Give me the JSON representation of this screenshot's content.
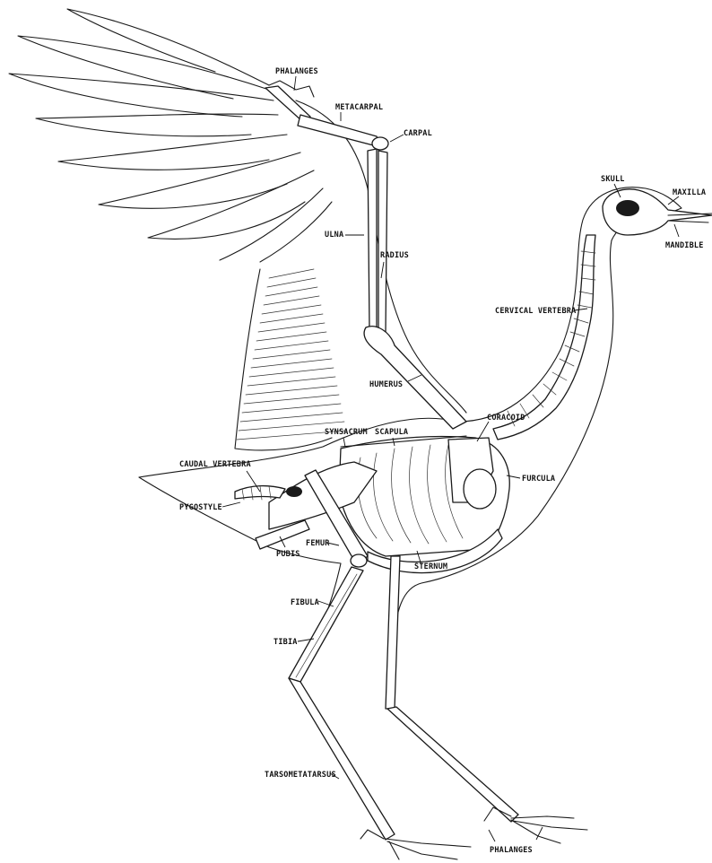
{
  "labels": {
    "phalanges_wing": "PHALANGES",
    "metacarpal": "METACARPAL",
    "carpal": "CARPAL",
    "skull": "SKULL",
    "maxilla": "MAXILLA",
    "mandible": "MANDIBLE",
    "ulna": "ULNA",
    "radius": "RADIUS",
    "cervical_vertebra": "CERVICAL VERTEBRA",
    "humerus": "HUMERUS",
    "coracoid": "CORACOID",
    "synsacrum": "SYNSACRUM",
    "scapula": "SCAPULA",
    "caudal_vertebra": "CAUDAL VERTEBRA",
    "furcula": "FURCULA",
    "pygostyle": "PYGOSTYLE",
    "femur": "FEMUR",
    "pubis": "PUBIS",
    "sternum": "STERNUM",
    "fibula": "FIBULA",
    "tibia": "TIBIA",
    "tarsometatarsus": "TARSOMETATARSUS",
    "phalanges_foot": "PHALANGES"
  }
}
